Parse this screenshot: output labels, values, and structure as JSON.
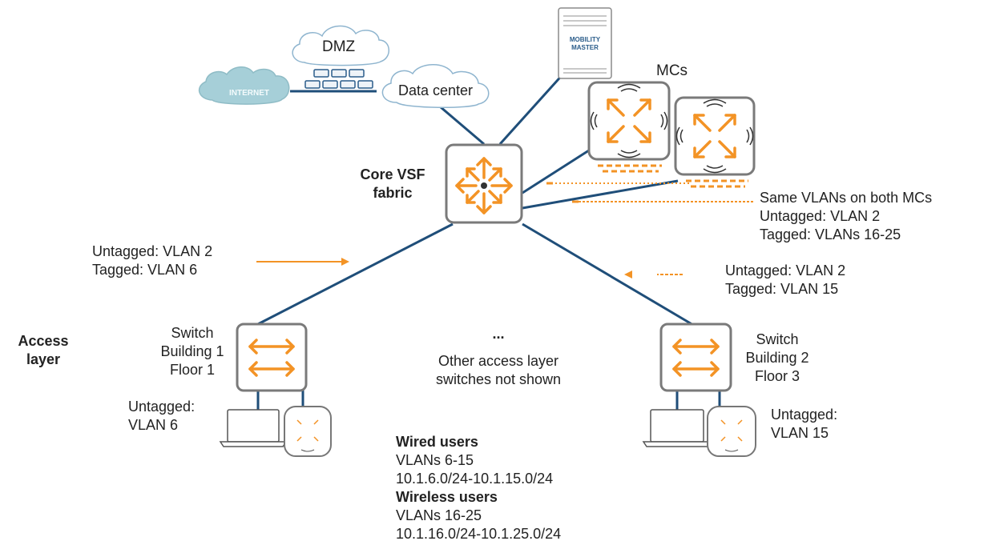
{
  "clouds": {
    "dmz": "DMZ",
    "internet": "INTERNET",
    "data_center": "Data center"
  },
  "mobility_master": [
    "MOBILITY",
    "MASTER"
  ],
  "mcs_label": "MCs",
  "core": [
    "Core VSF",
    "fabric"
  ],
  "mc_vlans": [
    "Same VLANs on both MCs",
    "Untagged: VLAN 2",
    "Tagged: VLANs 16-25"
  ],
  "left_uplink": [
    "Untagged: VLAN 2",
    "Tagged: VLAN 6"
  ],
  "right_uplink": [
    "Untagged: VLAN 2",
    "Tagged: VLAN 15"
  ],
  "access_layer": [
    "Access",
    "layer"
  ],
  "switch_left": [
    "Switch",
    "Building 1",
    "Floor 1"
  ],
  "switch_right": [
    "Switch",
    "Building 2",
    "Floor 3"
  ],
  "ellipsis": "...",
  "other_switches": [
    "Other access layer",
    "switches not shown"
  ],
  "left_untagged": [
    "Untagged:",
    "VLAN 6"
  ],
  "right_untagged": [
    "Untagged:",
    "VLAN 15"
  ],
  "users": {
    "wired_title": "Wired users",
    "wired_vlans": "VLANs 6-15",
    "wired_subnets": "10.1.6.0/24-10.1.15.0/24",
    "wireless_title": "Wireless users",
    "wireless_vlans": "VLANs 16-25",
    "wireless_subnets": "10.1.16.0/24-10.1.25.0/24"
  },
  "colors": {
    "link": "#1f4e79",
    "orange": "#f39325",
    "box_border": "#7a7a7a",
    "cloud_border": "#8fb5cf",
    "internet_cloud": "#a6cfd8"
  }
}
